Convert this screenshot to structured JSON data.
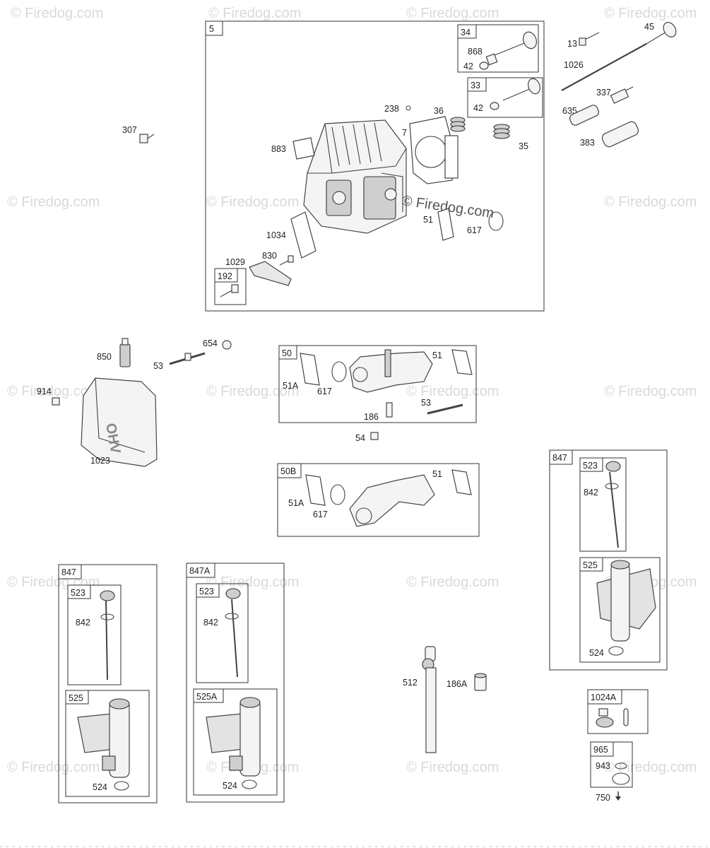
{
  "watermarks": {
    "text": "© Firedog.com",
    "main_text": "© Firedog.com"
  },
  "groups": {
    "g5": "5",
    "g34": "34",
    "g33": "33",
    "g192": "192",
    "g50": "50",
    "g50b": "50B",
    "g847_right": "847",
    "g523_right": "523",
    "g525_right": "525",
    "g847_left": "847",
    "g523_left": "523",
    "g525_left": "525",
    "g847a": "847A",
    "g523_a": "523",
    "g525a": "525A",
    "g1024a": "1024A",
    "g965": "965"
  },
  "labels": {
    "p13": "13",
    "p45": "45",
    "p1026": "1026",
    "p337": "337",
    "p635": "635",
    "p383": "383",
    "p868": "868",
    "p42a": "42",
    "p42b": "42",
    "p238": "238",
    "p36": "36",
    "p7": "7",
    "p35": "35",
    "p883": "883",
    "p51_head": "51",
    "p617_head": "617",
    "p1034": "1034",
    "p830": "830",
    "p1029": "1029",
    "p307": "307",
    "p850": "850",
    "p53_top": "53",
    "p654": "654",
    "p914": "914",
    "p1023": "1023",
    "p51_50": "51",
    "p51a_50": "51A",
    "p617_50": "617",
    "p186": "186",
    "p53_50": "53",
    "p54": "54",
    "p51_50b": "51",
    "p51a_50b": "51A",
    "p617_50b": "617",
    "p842_right": "842",
    "p524_right": "524",
    "p842_left": "842",
    "p524_left": "524",
    "p842_a": "842",
    "p524_a": "524",
    "p512": "512",
    "p186a": "186A",
    "p943": "943",
    "p750": "750"
  }
}
